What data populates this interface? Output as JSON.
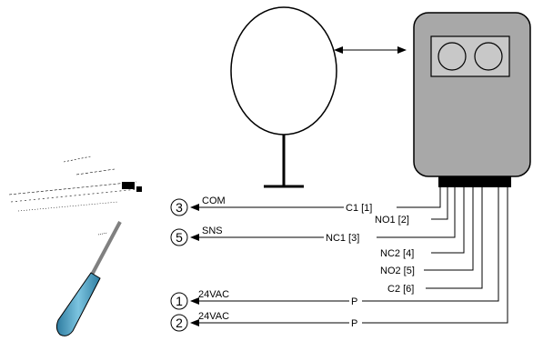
{
  "terminals": [
    {
      "number": "3",
      "signal": "COM",
      "wire": "C1 [1]"
    },
    {
      "number": "5",
      "signal": "SNS",
      "wire": "NC1 [3]"
    },
    {
      "number": "1",
      "signal": "24VAC",
      "wire": "P"
    },
    {
      "number": "2",
      "signal": "24VAC",
      "wire": "P"
    }
  ],
  "sensor_wires": [
    "NO1 [2]",
    "NC2 [4]",
    "NO2 [5]",
    "C2 [6]"
  ],
  "colors": {
    "line": "#000000",
    "device_body": "#a8a8a8",
    "device_window": "#c8c8c8",
    "screwdriver_handle": "#5aa8c8",
    "screwdriver_shaft": "#808080"
  }
}
